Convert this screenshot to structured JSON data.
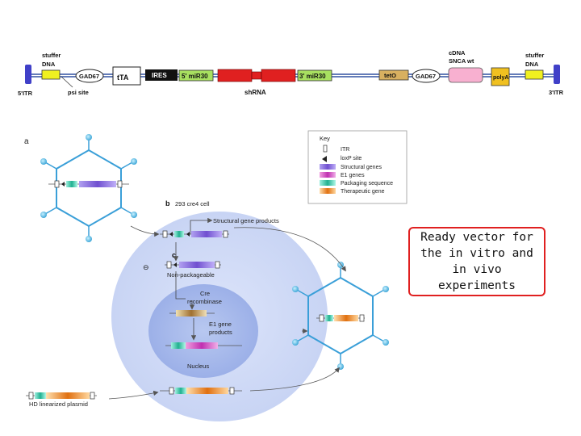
{
  "vector_map": {
    "labels": {
      "stuffer_left_line1": "stuffer",
      "stuffer_left_line2": "DNA",
      "itr_left": "5'ITR",
      "psi_site": "psi site",
      "gad67_left": "GAD67",
      "tta": "tTA",
      "ires": "IRES",
      "mir30_5": "5' miR30",
      "shrna": "shRNA",
      "mir30_3": "3' miR30",
      "teto": "tetO",
      "gad67_right": "GAD67",
      "cdna_line1": "cDNA",
      "cdna_line2": "SNCA wt",
      "polya": "polyA",
      "stuffer_right_line1": "stuffer",
      "stuffer_right_line2": "DNA",
      "itr_right": "3'ITR"
    },
    "colors": {
      "itr": "#4040c8",
      "stuffer": "#f0f020",
      "mir30": "#a8e060",
      "shrna": "#e02020",
      "teto": "#d8b060",
      "cdna": "#f8b0d0",
      "polya": "#f0c020",
      "backbone": "#3050a0"
    }
  },
  "packaging_figure": {
    "label_a": "a",
    "label_b": "b",
    "cell_label": "293 cre4 cell",
    "structural_gene_products": "Structural gene products",
    "label_c": "c",
    "minus_sign": "⊖",
    "non_packageable": "Non-packageable",
    "cre_line1": "Cre",
    "cre_line2": "recombinase",
    "e1_line1": "E1 gene",
    "e1_line2": "products",
    "nucleus": "Nucleus",
    "plasmid": "HD linearized plasmid",
    "key": {
      "title": "Key",
      "items": [
        {
          "label": "ITR",
          "color": "#ffffff"
        },
        {
          "label": "loxP site",
          "color": "#ffffff"
        },
        {
          "label": "Structural genes",
          "color": "#9070e0"
        },
        {
          "label": "E1 genes",
          "color": "#d040c0"
        },
        {
          "label": "Packaging sequence",
          "color": "#30c0a0"
        },
        {
          "label": "Therapeutic gene",
          "color": "#e08020"
        }
      ]
    }
  },
  "callout": {
    "text": "Ready vector for the in vitro and in vivo experiments"
  }
}
